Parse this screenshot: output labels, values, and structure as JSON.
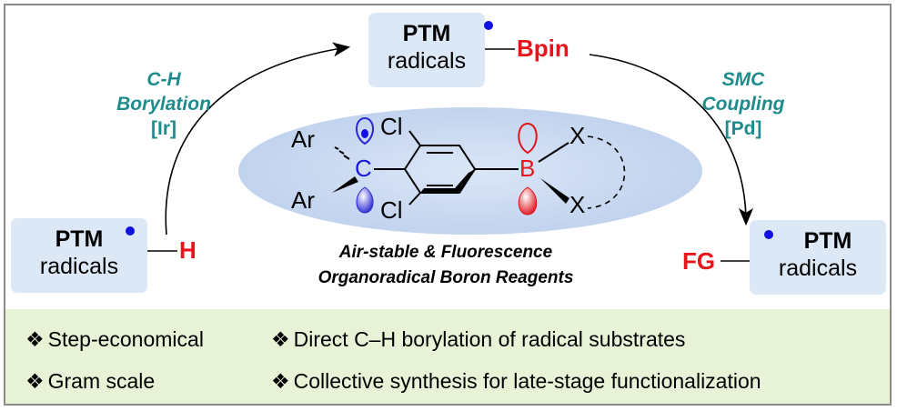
{
  "top_box": {
    "line1": "PTM",
    "line2": "radicals",
    "group": "Bpin"
  },
  "left_box": {
    "line1": "PTM",
    "line2": "radicals",
    "group": "H"
  },
  "right_box": {
    "line1": "PTM",
    "line2": "radicals",
    "group": "FG"
  },
  "left_condition": {
    "line1": "C-H",
    "line2": "Borylation",
    "line3": "[Ir]"
  },
  "right_condition": {
    "line1": "SMC",
    "line2": "Coupling",
    "line3": "[Pd]"
  },
  "molecule": {
    "ar_top": "Ar",
    "ar_bottom": "Ar",
    "carbon": "C",
    "cl_top": "Cl",
    "cl_bottom": "Cl",
    "boron": "B",
    "x_top": "X",
    "x_bottom": "X"
  },
  "caption": {
    "line1": "Air-stable & Fluorescence",
    "line2": "Organoradical Boron Reagents"
  },
  "features": {
    "bullet": "❖",
    "f1": "Step-economical",
    "f2": "Direct C–H borylation of radical substrates",
    "f3": "Gram scale",
    "f4": "Collective synthesis for late-stage functionalization"
  },
  "colors": {
    "panel": "#dde8f6",
    "accent_red": "#e8141c",
    "condition_teal": "#1e8c8c",
    "bottom_panel": "#e8f2d6",
    "radical_dot": "#1010e0"
  }
}
